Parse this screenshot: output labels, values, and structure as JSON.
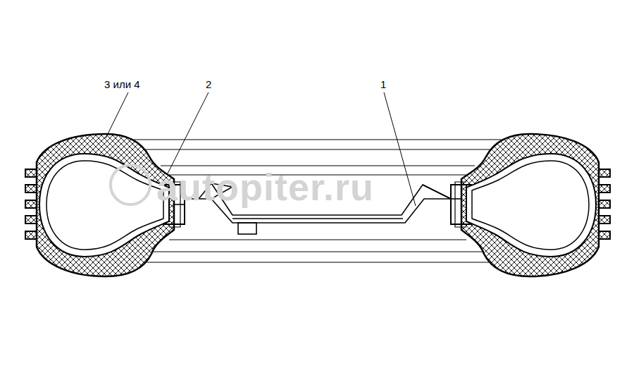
{
  "diagram": {
    "labels": [
      "3 или 4",
      "2",
      "1",
      "autopiter.ru"
    ]
  }
}
